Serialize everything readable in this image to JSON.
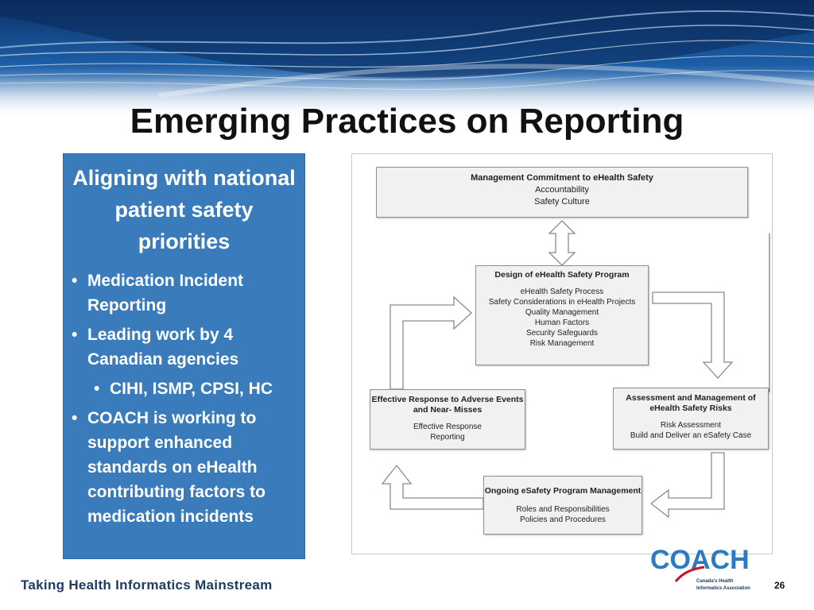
{
  "slide": {
    "title": "Emerging Practices on Reporting",
    "page_number": "26",
    "footer_tagline": "Taking Health Informatics Mainstream"
  },
  "left_panel": {
    "heading": "Aligning with national patient safety priorities",
    "bullets": [
      {
        "text": "Medication Incident Reporting",
        "level": 1
      },
      {
        "text": "Leading work by 4 Canadian agencies",
        "level": 1
      },
      {
        "text": "CIHI, ISMP, CPSI, HC",
        "level": 2
      },
      {
        "text": "COACH is working to support enhanced standards on eHealth contributing factors to medication incidents",
        "level": 1
      }
    ],
    "bullet_symbol": "•"
  },
  "diagram": {
    "management": {
      "heading": "Management Commitment to eHealth Safety",
      "items": [
        "Accountability",
        "Safety Culture"
      ]
    },
    "design": {
      "heading": "Design of eHealth Safety Program",
      "items": [
        "eHealth Safety Process",
        "Safety Considerations in eHealth Projects",
        "Quality Management",
        "Human Factors",
        "Security Safeguards",
        "Risk Management"
      ]
    },
    "response": {
      "heading": "Effective Response to  Adverse Events and Near- Misses",
      "items": [
        "Effective Response",
        "Reporting"
      ]
    },
    "assessment": {
      "heading": "Assessment and Management of eHealth Safety Risks",
      "items": [
        "Risk Assessment",
        "Build and Deliver an eSafety Case"
      ]
    },
    "ongoing": {
      "heading": "Ongoing eSafety Program Management",
      "items": [
        "Roles and Responsibilities",
        "Policies and Procedures"
      ]
    }
  },
  "logo": {
    "word": "COACH",
    "tagline_line1": "Canada's Health",
    "tagline_line2": "Informatics Association"
  },
  "colors": {
    "panel_blue": "#3a7cbb",
    "banner_dark": "#0d3a73",
    "logo_blue": "#2a7bc4"
  }
}
